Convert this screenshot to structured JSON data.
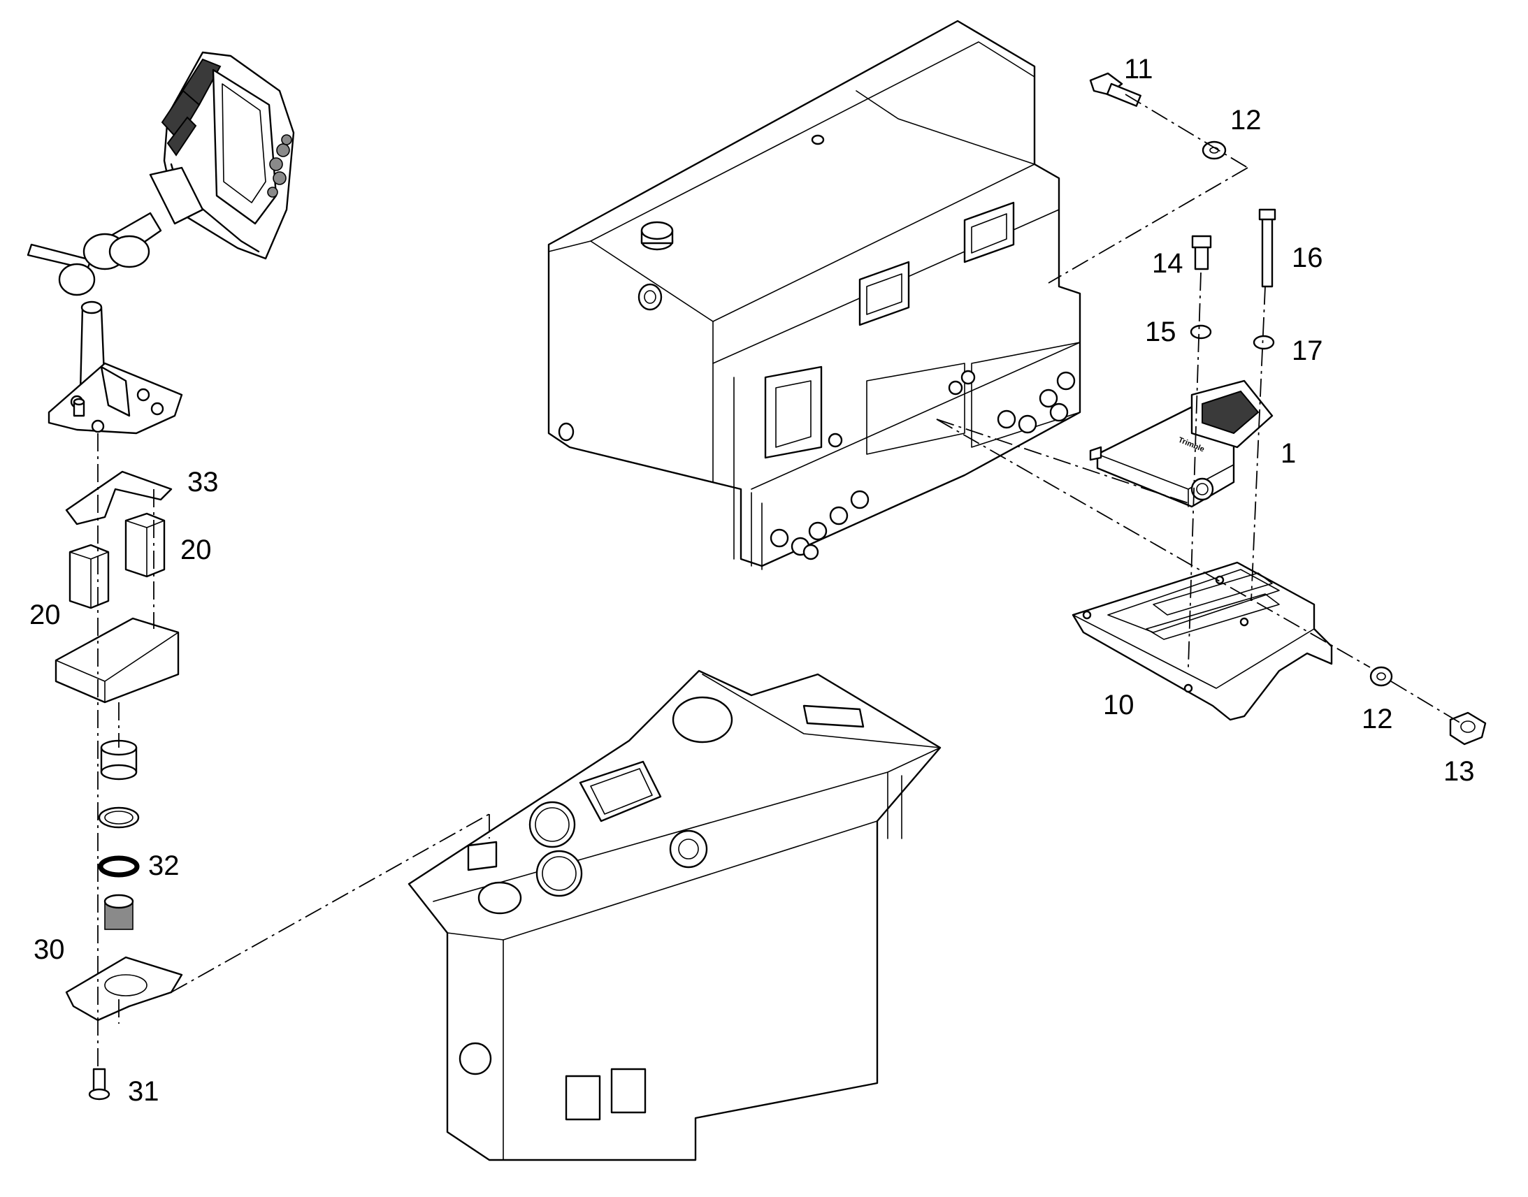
{
  "diagram": {
    "callouts": [
      {
        "id": "c1",
        "label": "1"
      },
      {
        "id": "c10",
        "label": "10"
      },
      {
        "id": "c11",
        "label": "11"
      },
      {
        "id": "c12a",
        "label": "12"
      },
      {
        "id": "c12b",
        "label": "12"
      },
      {
        "id": "c13",
        "label": "13"
      },
      {
        "id": "c14",
        "label": "14"
      },
      {
        "id": "c15",
        "label": "15"
      },
      {
        "id": "c16",
        "label": "16"
      },
      {
        "id": "c17",
        "label": "17"
      },
      {
        "id": "c20a",
        "label": "20"
      },
      {
        "id": "c20b",
        "label": "20"
      },
      {
        "id": "c30",
        "label": "30"
      },
      {
        "id": "c31",
        "label": "31"
      },
      {
        "id": "c32",
        "label": "32"
      },
      {
        "id": "c33",
        "label": "33"
      }
    ],
    "module_brand_text": "Trimble"
  }
}
